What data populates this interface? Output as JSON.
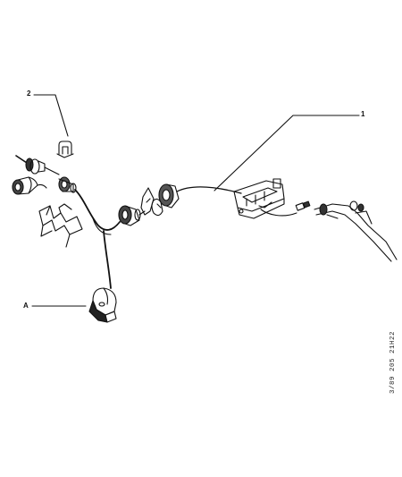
{
  "callouts": {
    "one": "1",
    "two": "2",
    "a": "A"
  },
  "reference_code": "3/89  205  21H22"
}
